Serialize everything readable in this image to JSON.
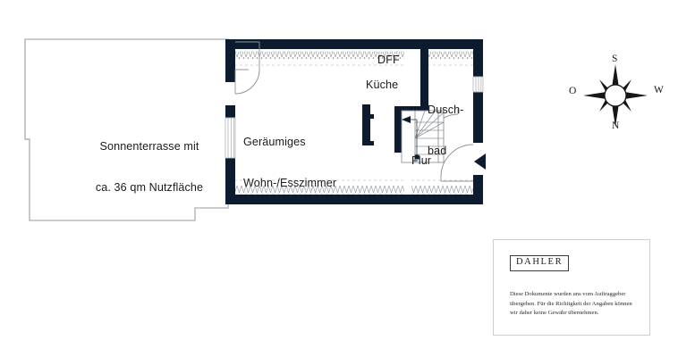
{
  "plan": {
    "title": "Wohnungsgrundriss",
    "wall_color": "#0d1b2e",
    "outline_color": "#b9bcc0",
    "background": "#ffffff",
    "text_color": "#1b1b1b"
  },
  "rooms": {
    "terrace": {
      "label_line1": "Sonnenterrasse mit",
      "label_line2": "ca. 36 qm Nutzfläche",
      "label": "Sonnenterrasse mit\nca. 36 qm Nutzfläche",
      "area_text": "ca. 36 qm Nutzfläche"
    },
    "living": {
      "label_line1": "Geräumiges",
      "label_line2": "Wohn-/Esszimmer",
      "label": "Geräumiges\nWohn-/Esszimmer"
    },
    "kitchen": {
      "label": "Küche"
    },
    "bathroom": {
      "label_line1": "Dusch-",
      "label_line2": "bad",
      "label": "Dusch-\nbad"
    },
    "hall": {
      "label": "Flur"
    },
    "roof_window": {
      "label": "DFF"
    }
  },
  "compass": {
    "north": "N",
    "south": "S",
    "east": "O",
    "west": "W"
  },
  "branding": {
    "logo_text": "DAHLER",
    "disclaimer": "Diese Dokumente wurden uns vom Auftraggeber übergeben. Für die Richtigkeit der Angaben können wir daher keine Gewähr übernehmen."
  },
  "icons": {
    "compass_star": "compass-star-icon",
    "entry_arrow": "entry-direction-arrow-icon",
    "stair_arrow": "stair-direction-arrow-icon"
  }
}
